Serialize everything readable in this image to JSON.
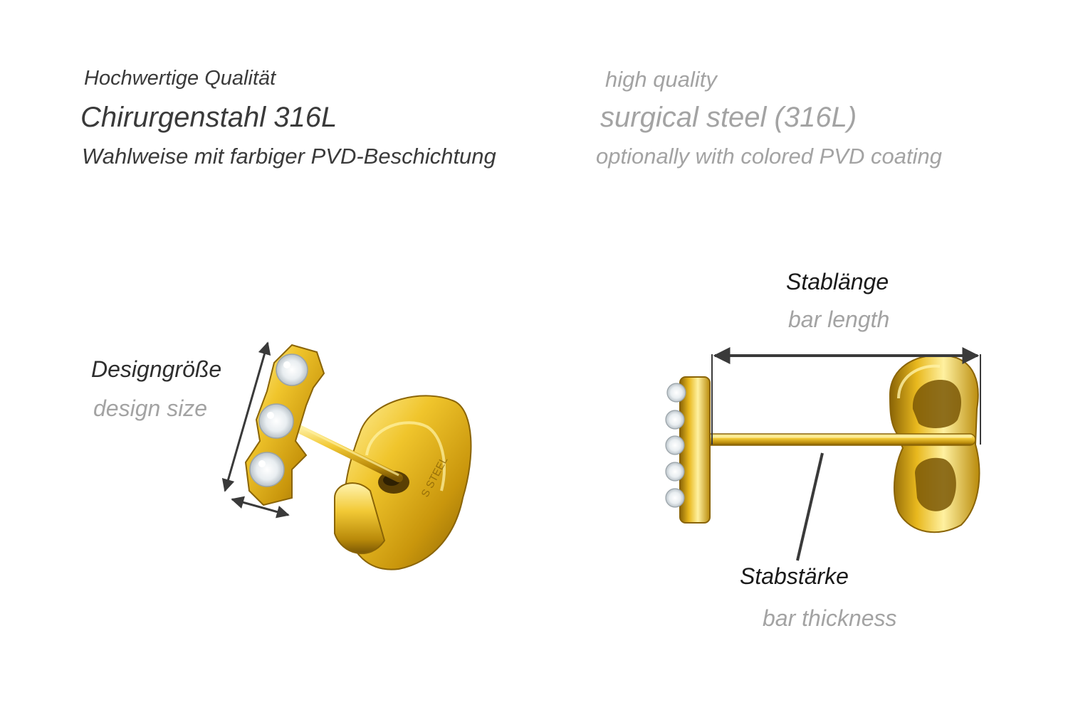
{
  "header": {
    "de": {
      "line1": "Hochwertige Qualität",
      "line2": "Chirurgenstahl 316L",
      "line3": "Wahlweise mit farbiger PVD-Beschichtung"
    },
    "en": {
      "line1": "high quality",
      "line2": "surgical steel (316L)",
      "line3": "optionally with colored PVD coating"
    }
  },
  "labels": {
    "design_size_de": "Designgröße",
    "design_size_en": "design size",
    "bar_length_de": "Stablänge",
    "bar_length_en": "bar length",
    "bar_thickness_de": "Stabstärke",
    "bar_thickness_en": "bar thickness"
  },
  "engraving": "S STEEL",
  "colors": {
    "gold_light": "#f4d64a",
    "gold_mid": "#d9a912",
    "gold_dark": "#8a6406",
    "stone": "#e8eef2",
    "dimension_line": "#3a3a3a"
  }
}
